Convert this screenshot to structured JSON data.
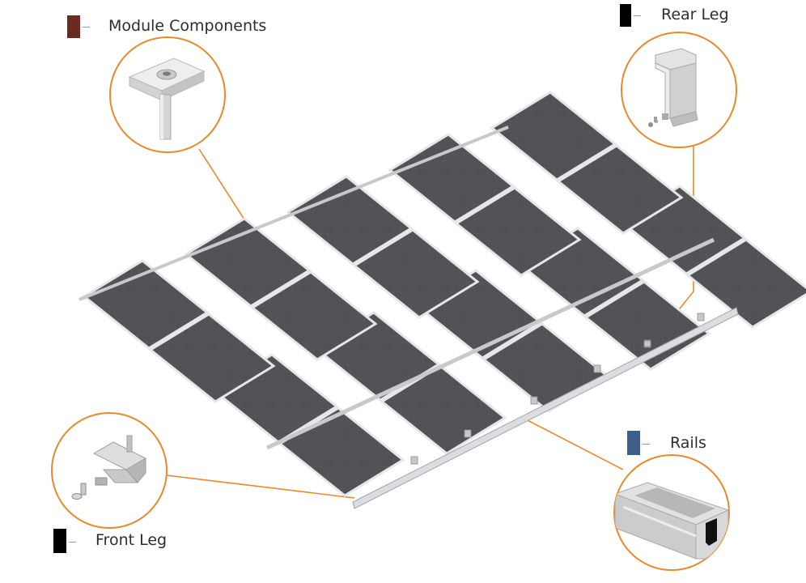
{
  "labels": {
    "module": "Module Components",
    "rear": "Rear Leg",
    "rails": "Rails",
    "front": "Front Leg"
  },
  "colors": {
    "module_swatch": "#6b2a22",
    "rear_swatch": "#000000",
    "rails_swatch": "#3e5f8a",
    "front_swatch": "#000000",
    "callout": "#e8892b",
    "panel": "#505255",
    "frame": "#e6e7e8",
    "rail": "#c8c9cb"
  },
  "icons": {
    "module": "end-clamp-icon",
    "rear": "rear-leg-bracket-icon",
    "rails": "rail-profile-icon",
    "front": "front-leg-bracket-icon"
  }
}
